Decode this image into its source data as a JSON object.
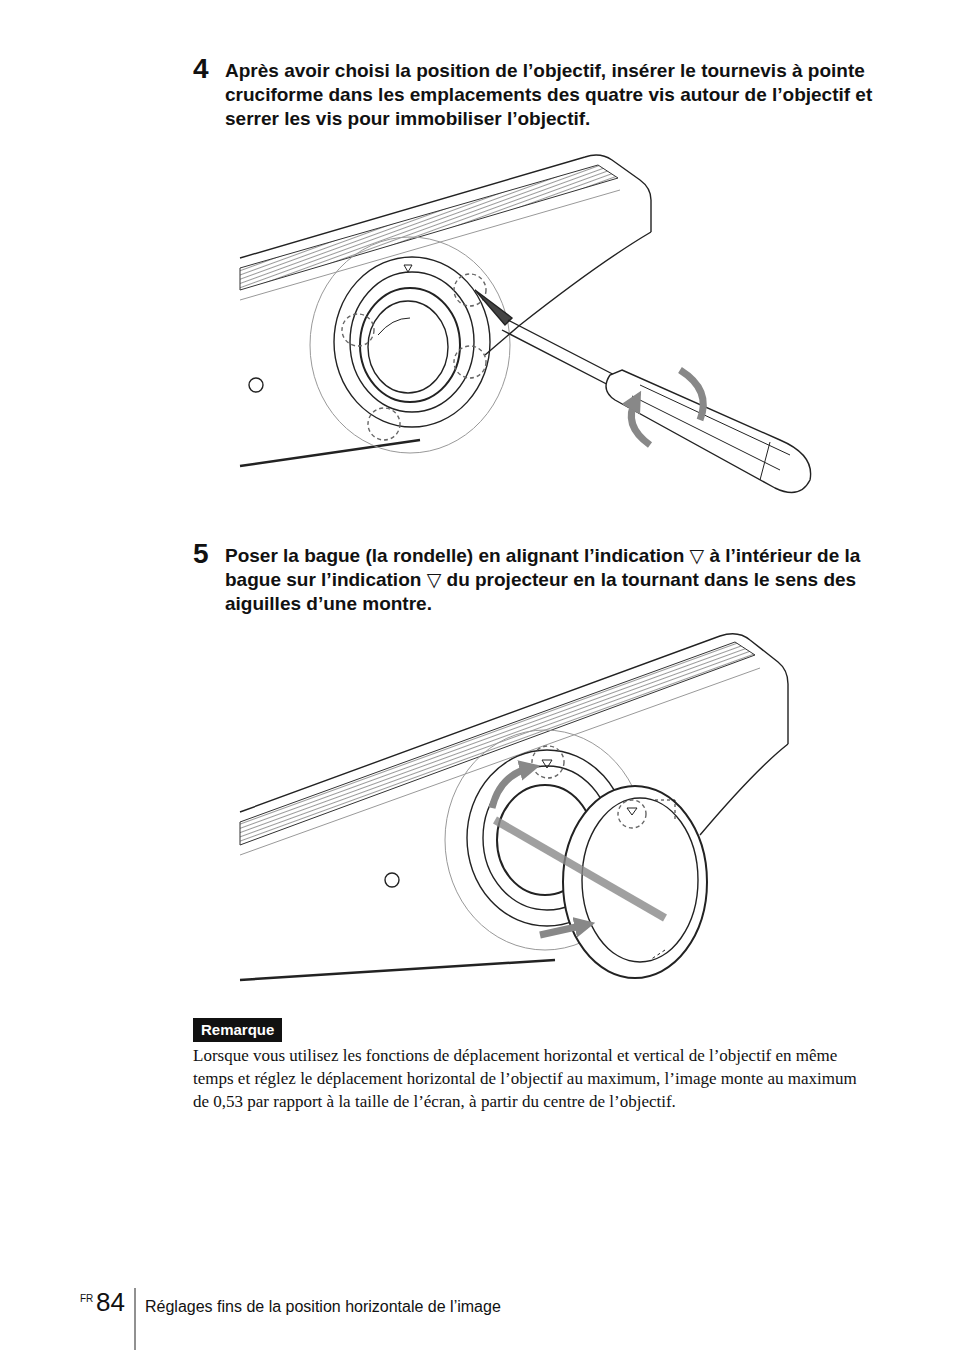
{
  "diagram": {
    "nodes": [
      {
        "text": [
          "Remarque"
        ]
      }
    ],
    "labels": [
      "4",
      "Après avoir choisi la position de l’objectif, insérer le tournevis à pointe cruciforme dans les emplacements des quatre vis autour de l’objectif et serrer les vis pour immobiliser l’objectif.",
      "5",
      "Poser la bague (la rondelle) en alignant l’indication ▽ à l’intérieur de la bague sur l’indication ▽ du projecteur en la tournant dans le sens des aiguilles d’une montre.",
      "Lorsque vous utilisez les fonctions de déplacement horizontal et vertical de l’objectif en même temps et réglez le déplacement horizontal de l’objectif au maximum, l’image monte au maximum de 0,53 par rapport à la taille de l’écran, à partir du centre de l’objectif.",
      "FR",
      "84",
      "Réglages fins de la position horizontale de l’image"
    ]
  }
}
